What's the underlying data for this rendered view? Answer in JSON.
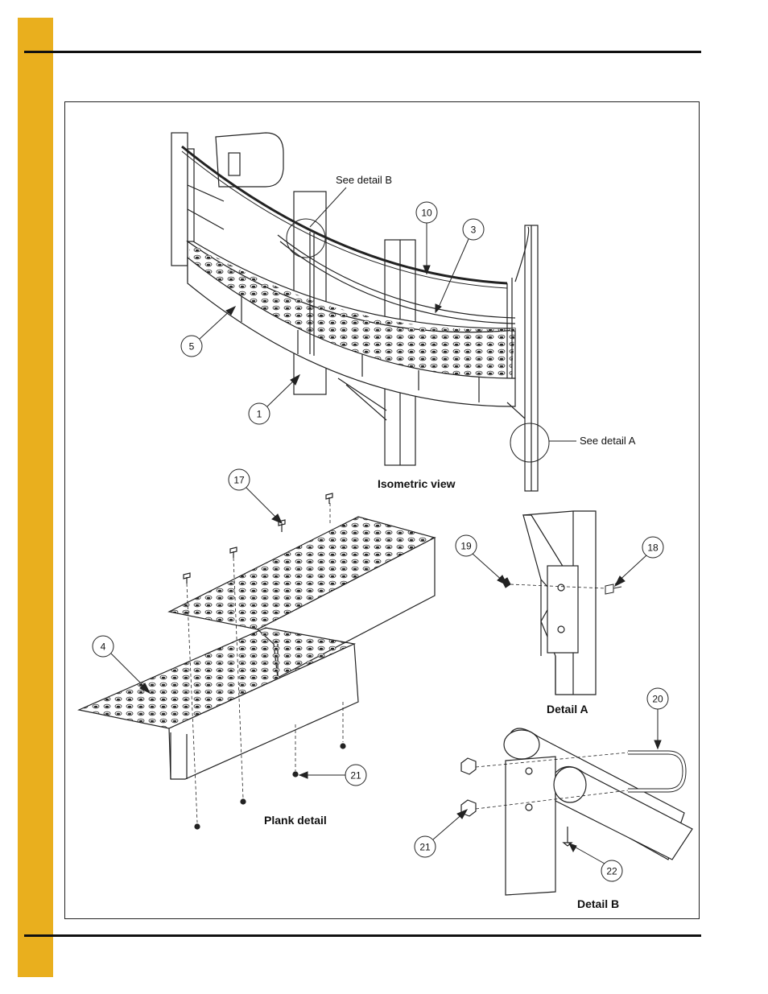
{
  "colors": {
    "side_tab": "#E9AF1E",
    "rules": "#111111",
    "line": "#222222"
  },
  "callouts": {
    "c1": "1",
    "c3": "3",
    "c4": "4",
    "c5": "5",
    "c10": "10",
    "c17": "17",
    "c18": "18",
    "c19": "19",
    "c20": "20",
    "c21a": "21",
    "c21b": "21",
    "c22": "22"
  },
  "labels": {
    "see_detail_b": "See detail B",
    "see_detail_a": "See detail A",
    "isometric_view": "Isometric view",
    "plank_detail": "Plank detail",
    "detail_a": "Detail A",
    "detail_b": "Detail B"
  }
}
